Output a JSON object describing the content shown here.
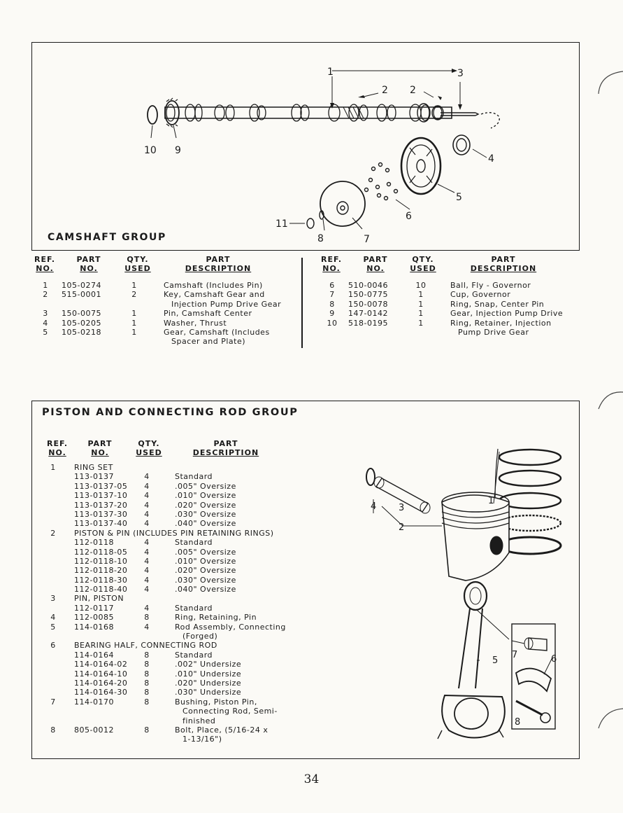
{
  "camshaft_group": {
    "title": "CAMSHAFT GROUP",
    "headers": {
      "ref": [
        "REF.",
        "NO."
      ],
      "part": [
        "PART",
        "NO."
      ],
      "qty": [
        "QTY.",
        "USED"
      ],
      "desc": [
        "PART",
        "DESCRIPTION"
      ]
    },
    "left_rows": [
      {
        "ref": "1",
        "part": "105-0274",
        "qty": "1",
        "desc": "Camshaft (Includes Pin)"
      },
      {
        "ref": "2",
        "part": "515-0001",
        "qty": "2",
        "desc": "Key, Camshaft Gear and"
      },
      {
        "ref": "",
        "part": "",
        "qty": "",
        "desc": "Injection Pump Drive Gear"
      },
      {
        "ref": "3",
        "part": "150-0075",
        "qty": "1",
        "desc": "Pin, Camshaft Center"
      },
      {
        "ref": "4",
        "part": "105-0205",
        "qty": "1",
        "desc": "Washer, Thrust"
      },
      {
        "ref": "5",
        "part": "105-0218",
        "qty": "1",
        "desc": "Gear, Camshaft (Includes"
      },
      {
        "ref": "",
        "part": "",
        "qty": "",
        "desc": "Spacer and Plate)"
      }
    ],
    "right_rows": [
      {
        "ref": "6",
        "part": "510-0046",
        "qty": "10",
        "desc": "Ball, Fly - Governor"
      },
      {
        "ref": "7",
        "part": "150-0775",
        "qty": "1",
        "desc": "Cup, Governor"
      },
      {
        "ref": "8",
        "part": "150-0078",
        "qty": "1",
        "desc": "Ring, Snap, Center Pin"
      },
      {
        "ref": "9",
        "part": "147-0142",
        "qty": "1",
        "desc": "Gear, Injection Pump Drive"
      },
      {
        "ref": "10",
        "part": "518-0195",
        "qty": "1",
        "desc": "Ring, Retainer, Injection"
      },
      {
        "ref": "",
        "part": "",
        "qty": "",
        "desc": "Pump Drive Gear"
      }
    ],
    "callouts": [
      "1",
      "2",
      "2",
      "3",
      "4",
      "5",
      "6",
      "7",
      "8",
      "9",
      "10",
      "11"
    ]
  },
  "piston_group": {
    "title": "PISTON AND CONNECTING ROD GROUP",
    "headers": {
      "ref": [
        "REF.",
        "NO."
      ],
      "part": [
        "PART",
        "NO."
      ],
      "qty": [
        "QTY.",
        "USED"
      ],
      "desc": [
        "PART",
        "DESCRIPTION"
      ]
    },
    "rows": [
      {
        "ref": "1",
        "part": "RING SET",
        "qty": "",
        "desc": ""
      },
      {
        "ref": "",
        "part": "113-0137",
        "qty": "4",
        "desc": "Standard"
      },
      {
        "ref": "",
        "part": "113-0137-05",
        "qty": "4",
        "desc": ".005\" Oversize"
      },
      {
        "ref": "",
        "part": "113-0137-10",
        "qty": "4",
        "desc": ".010\" Oversize"
      },
      {
        "ref": "",
        "part": "113-0137-20",
        "qty": "4",
        "desc": ".020\" Oversize"
      },
      {
        "ref": "",
        "part": "113-0137-30",
        "qty": "4",
        "desc": ".030\" Oversize"
      },
      {
        "ref": "",
        "part": "113-0137-40",
        "qty": "4",
        "desc": ".040\" Oversize"
      },
      {
        "ref": "2",
        "part": "PISTON & PIN (INCLUDES PIN RETAINING RINGS)",
        "qty": "",
        "desc": ""
      },
      {
        "ref": "",
        "part": "112-0118",
        "qty": "4",
        "desc": "Standard"
      },
      {
        "ref": "",
        "part": "112-0118-05",
        "qty": "4",
        "desc": ".005\" Oversize"
      },
      {
        "ref": "",
        "part": "112-0118-10",
        "qty": "4",
        "desc": ".010\" Oversize"
      },
      {
        "ref": "",
        "part": "112-0118-20",
        "qty": "4",
        "desc": ".020\" Oversize"
      },
      {
        "ref": "",
        "part": "112-0118-30",
        "qty": "4",
        "desc": ".030\" Oversize"
      },
      {
        "ref": "",
        "part": "112-0118-40",
        "qty": "4",
        "desc": ".040\" Oversize"
      },
      {
        "ref": "3",
        "part": "PIN, PISTON",
        "qty": "",
        "desc": ""
      },
      {
        "ref": "",
        "part": "112-0117",
        "qty": "4",
        "desc": "Standard"
      },
      {
        "ref": "4",
        "part": "112-0085",
        "qty": "8",
        "desc": "Ring, Retaining, Pin"
      },
      {
        "ref": "5",
        "part": "114-0168",
        "qty": "4",
        "desc": "Rod Assembly, Connecting"
      },
      {
        "ref": "",
        "part": "",
        "qty": "",
        "desc": "(Forged)"
      },
      {
        "ref": "6",
        "part": "BEARING HALF, CONNECTING ROD",
        "qty": "",
        "desc": ""
      },
      {
        "ref": "",
        "part": "114-0164",
        "qty": "8",
        "desc": "Standard"
      },
      {
        "ref": "",
        "part": "114-0164-02",
        "qty": "8",
        "desc": ".002\" Undersize"
      },
      {
        "ref": "",
        "part": "114-0164-10",
        "qty": "8",
        "desc": ".010\" Undersize"
      },
      {
        "ref": "",
        "part": "114-0164-20",
        "qty": "8",
        "desc": ".020\" Undersize"
      },
      {
        "ref": "",
        "part": "114-0164-30",
        "qty": "8",
        "desc": ".030\" Undersize"
      },
      {
        "ref": "7",
        "part": "114-0170",
        "qty": "8",
        "desc": "Bushing, Piston Pin,"
      },
      {
        "ref": "",
        "part": "",
        "qty": "",
        "desc": "Connecting Rod, Semi-"
      },
      {
        "ref": "",
        "part": "",
        "qty": "",
        "desc": "finished"
      },
      {
        "ref": "8",
        "part": "805-0012",
        "qty": "8",
        "desc": "Bolt, Place, (5/16-24 x"
      },
      {
        "ref": "",
        "part": "",
        "qty": "",
        "desc": "1-13/16\")"
      }
    ],
    "callouts": [
      "1",
      "2",
      "3",
      "4",
      "5",
      "6",
      "7",
      "8"
    ]
  },
  "page_number": "34"
}
